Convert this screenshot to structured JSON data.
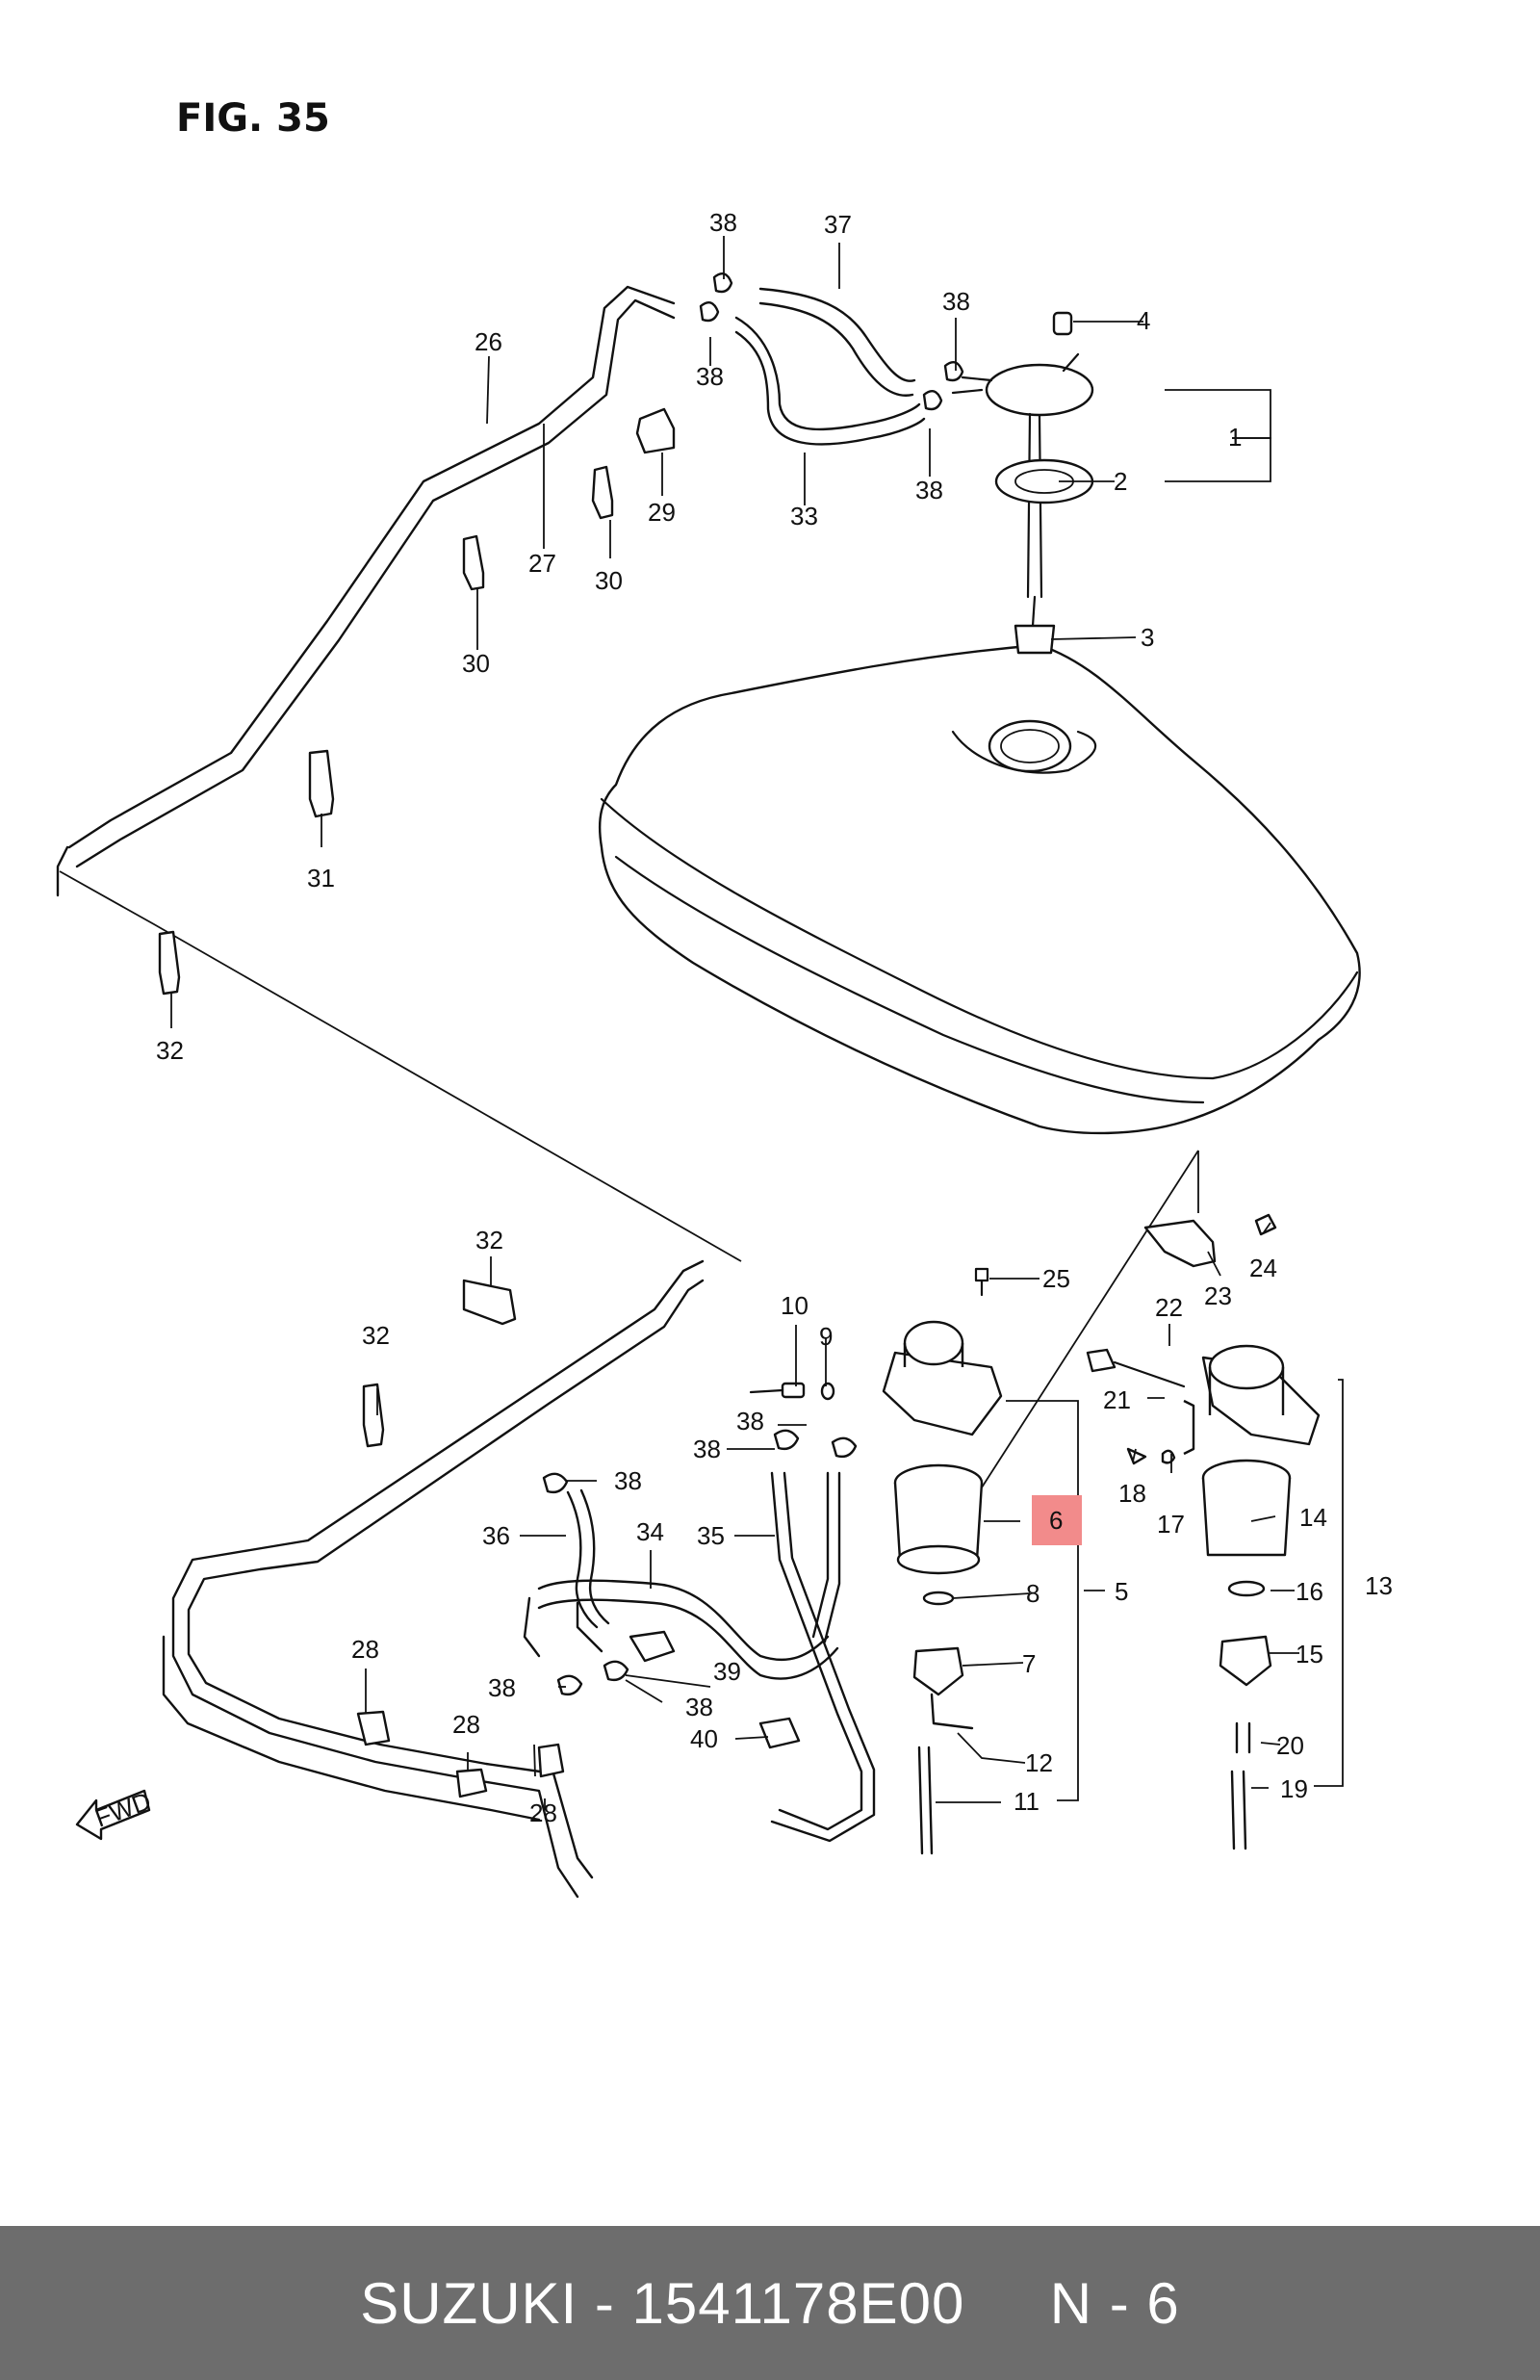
{
  "figure": {
    "title": "FIG. 35",
    "fwd_label": "FWD",
    "highlight_color": "#f28b8b",
    "highlighted_part": "6",
    "callouts": [
      {
        "id": "c38a",
        "text": "38"
      },
      {
        "id": "c37",
        "text": "37"
      },
      {
        "id": "c38b",
        "text": "38"
      },
      {
        "id": "c38c",
        "text": "38"
      },
      {
        "id": "c4",
        "text": "4"
      },
      {
        "id": "c1",
        "text": "1"
      },
      {
        "id": "c26",
        "text": "26"
      },
      {
        "id": "c29",
        "text": "29"
      },
      {
        "id": "c33",
        "text": "33"
      },
      {
        "id": "c38d",
        "text": "38"
      },
      {
        "id": "c2",
        "text": "2"
      },
      {
        "id": "c27",
        "text": "27"
      },
      {
        "id": "c30a",
        "text": "30"
      },
      {
        "id": "c30b",
        "text": "30"
      },
      {
        "id": "c3",
        "text": "3"
      },
      {
        "id": "c31",
        "text": "31"
      },
      {
        "id": "c32a",
        "text": "32"
      },
      {
        "id": "c24",
        "text": "24"
      },
      {
        "id": "c23",
        "text": "23"
      },
      {
        "id": "c32b",
        "text": "32"
      },
      {
        "id": "c25",
        "text": "25"
      },
      {
        "id": "c10",
        "text": "10"
      },
      {
        "id": "c22",
        "text": "22"
      },
      {
        "id": "c9",
        "text": "9"
      },
      {
        "id": "c32c",
        "text": "32"
      },
      {
        "id": "c21",
        "text": "21"
      },
      {
        "id": "c38e",
        "text": "38"
      },
      {
        "id": "c38f",
        "text": "38"
      },
      {
        "id": "c38g",
        "text": "38"
      },
      {
        "id": "c18",
        "text": "18"
      },
      {
        "id": "c17",
        "text": "17"
      },
      {
        "id": "c6",
        "text": "6"
      },
      {
        "id": "c14",
        "text": "14"
      },
      {
        "id": "c36",
        "text": "36"
      },
      {
        "id": "c34",
        "text": "34"
      },
      {
        "id": "c35",
        "text": "35"
      },
      {
        "id": "c8",
        "text": "8"
      },
      {
        "id": "c5",
        "text": "5"
      },
      {
        "id": "c16",
        "text": "16"
      },
      {
        "id": "c13",
        "text": "13"
      },
      {
        "id": "c28a",
        "text": "28"
      },
      {
        "id": "c39",
        "text": "39"
      },
      {
        "id": "c15",
        "text": "15"
      },
      {
        "id": "c38h",
        "text": "38"
      },
      {
        "id": "c7",
        "text": "7"
      },
      {
        "id": "c38i",
        "text": "38"
      },
      {
        "id": "c28b",
        "text": "28"
      },
      {
        "id": "c40",
        "text": "40"
      },
      {
        "id": "c20",
        "text": "20"
      },
      {
        "id": "c12",
        "text": "12"
      },
      {
        "id": "c19",
        "text": "19"
      },
      {
        "id": "c11",
        "text": "11"
      },
      {
        "id": "c28c",
        "text": "28"
      }
    ]
  },
  "footer": {
    "text": "SUZUKI - 1541178E00     N - 6",
    "background": "#6d6d6d"
  }
}
